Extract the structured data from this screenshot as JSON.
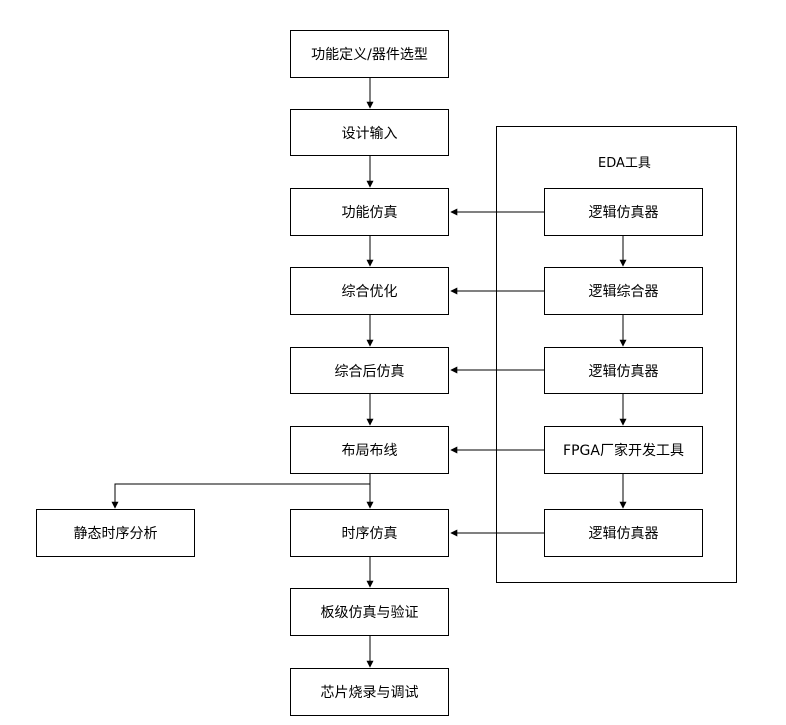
{
  "main_flow": {
    "step_spec": "功能定义/器件选型",
    "step_design_input": "设计输入",
    "step_func_sim": "功能仿真",
    "step_synthesis": "综合优化",
    "step_post_synth_sim": "综合后仿真",
    "step_place_route": "布局布线",
    "step_timing_sim": "时序仿真",
    "step_board_sim": "板级仿真与验证",
    "step_program_debug": "芯片烧录与调试"
  },
  "side_analysis": {
    "static_timing": "静态时序分析"
  },
  "eda_tools": {
    "title": "EDA工具",
    "tool_logic_sim_1": "逻辑仿真器",
    "tool_logic_synth": "逻辑综合器",
    "tool_logic_sim_2": "逻辑仿真器",
    "tool_fpga_vendor": "FPGA厂家开发工具",
    "tool_logic_sim_3": "逻辑仿真器"
  }
}
